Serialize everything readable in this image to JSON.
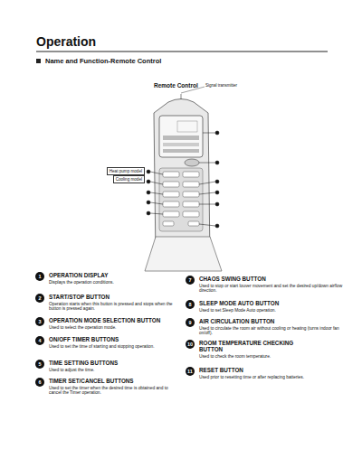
{
  "diagram": {
    "title": "Operation",
    "nodes": [
      {
        "text": [
          "Heat pump model"
        ]
      },
      {
        "text": [
          "Cooling model"
        ]
      },
      {
        "text": [
          "1"
        ]
      },
      {
        "text": [
          "2"
        ]
      },
      {
        "text": [
          "3"
        ]
      },
      {
        "text": [
          "4"
        ]
      },
      {
        "text": [
          "5"
        ]
      },
      {
        "text": [
          "6"
        ]
      },
      {
        "text": [
          "7"
        ]
      },
      {
        "text": [
          "8"
        ]
      },
      {
        "text": [
          "9"
        ]
      },
      {
        "text": [
          "10"
        ]
      },
      {
        "text": [
          "11"
        ]
      }
    ],
    "edges": [],
    "labels": [
      "Name and Function-Remote Control",
      "Remote Control",
      "Signal transmitter",
      "OPERATION DISPLAY",
      "Displays the operation conditions.",
      "START/STOP BUTTON",
      "Operation starts when this button is pressed and stops when the button is pressed again.",
      "OPERATION MODE SELECTION BUTTON",
      "Used to select the operation mode.",
      "ON/OFF TIMER BUTTONS",
      "Used to set the time of starting and stopping operation.",
      "TIME SETTING BUTTONS",
      "Used to adjust the time.",
      "TIMER SET/CANCEL BUTTONS",
      "Used to set the timer when the desired time is obtained and to cancel the Timer operation.",
      "CHAOS SWING BUTTON",
      "Used to stop or start louver movement and set the desired up/down airflow direction.",
      "SLEEP MODE AUTO BUTTON",
      "Used to set Sleep Mode Auto operation.",
      "AIR CIRCULATION BUTTON",
      "Used to circulate the room air without cooling or heating (turns indoor fan on/off).",
      "ROOM TEMPERATURE CHECKING BUTTON",
      "Used to check the room temperature.",
      "RESET BUTTON",
      "Used prior to resetting time or after replacing batteries."
    ]
  }
}
